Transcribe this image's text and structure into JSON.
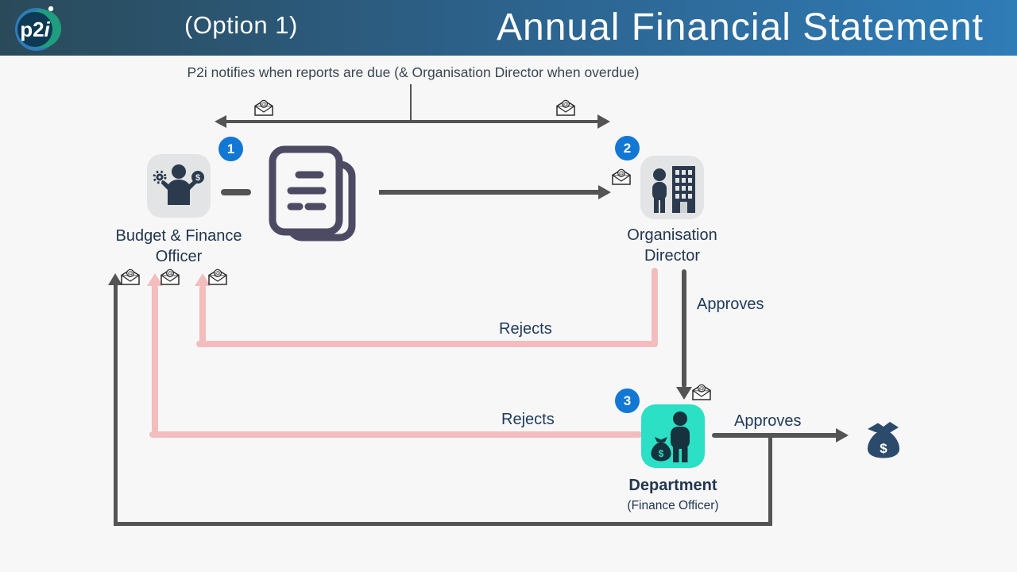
{
  "header": {
    "logo_text_main": "p2",
    "logo_text_i": "i",
    "option_label": "(Option 1)",
    "title": "Annual Financial Statement"
  },
  "notification_text": "P2i notifies when reports are due (& Organisation Director when overdue)",
  "steps": [
    {
      "number": "1",
      "label": "Budget & Finance Officer"
    },
    {
      "number": "2",
      "label": "Organisation Director"
    },
    {
      "number": "3",
      "label": "Department",
      "sublabel": "(Finance Officer)"
    }
  ],
  "labels": {
    "approves_top": "Approves",
    "approves_bottom": "Approves",
    "rejects_top": "Rejects",
    "rejects_bottom": "Rejects"
  },
  "colors": {
    "header_gradient_start": "#2a4a5a",
    "header_gradient_end": "#2f7cb7",
    "badge_blue": "#1377d4",
    "reject_pink": "#f3bdbe",
    "arrow_gray": "#545454",
    "department_teal": "#2be0c4",
    "node_gray": "#e3e4e5",
    "label_navy": "#22364e",
    "figure_navy": "#2b3a4d",
    "document_purple": "#4c4b63",
    "money_bag_navy": "#2c4a6b"
  }
}
